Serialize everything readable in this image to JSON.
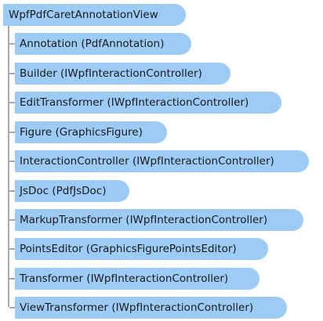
{
  "root": {
    "label": "WpfPdfCaretAnnotationView"
  },
  "children": [
    {
      "label": "Annotation (PdfAnnotation)"
    },
    {
      "label": "Builder (IWpfInteractionController)"
    },
    {
      "label": "EditTransformer (IWpfInteractionController)"
    },
    {
      "label": "Figure (GraphicsFigure)"
    },
    {
      "label": "InteractionController (IWpfInteractionController)"
    },
    {
      "label": "JsDoc (PdfJsDoc)"
    },
    {
      "label": "MarkupTransformer (IWpfInteractionController)"
    },
    {
      "label": "PointsEditor (GraphicsFigurePointsEditor)"
    },
    {
      "label": "Transformer (IWpfInteractionController)"
    },
    {
      "label": "ViewTransformer (IWpfInteractionController)"
    }
  ],
  "colors": {
    "node_fill": "#9ccbf6",
    "connector": "#a9a9a9",
    "text": "#1a1a1a"
  }
}
